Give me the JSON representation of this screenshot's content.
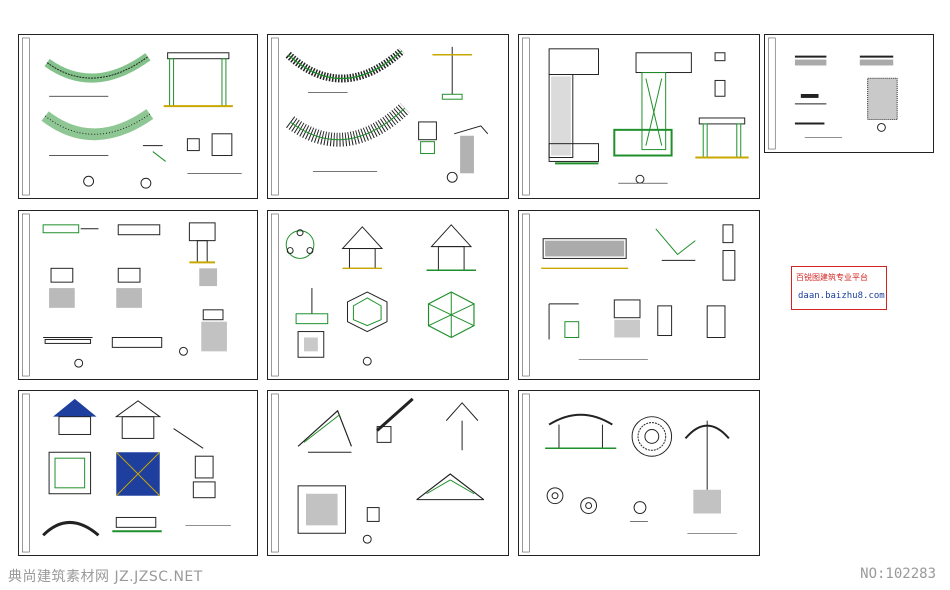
{
  "stamp": {
    "title": "百锐图建筑专业平台",
    "url": "daan.baizhu8.com"
  },
  "footer": {
    "site": "典尚建筑素材网 JZ.JZSC.NET",
    "id": "NO:102283"
  },
  "colors": {
    "sheet_border": "#222222",
    "line_green": "#1e8f2a",
    "line_yellow": "#c8a800",
    "line_blue": "#1f3f9f",
    "stamp_red": "#d32222"
  },
  "sheets": [
    {
      "id": "s1",
      "content": "curved pergola plan and elevation"
    },
    {
      "id": "s2",
      "content": "curved pergola roof plan"
    },
    {
      "id": "s3",
      "content": "L-shaped corridor plan"
    },
    {
      "id": "s4",
      "content": "material legend"
    },
    {
      "id": "s5",
      "content": "column and footing details"
    },
    {
      "id": "s6",
      "content": "hexagonal pavilion"
    },
    {
      "id": "s7",
      "content": "wall and bench details"
    },
    {
      "id": "s8",
      "content": "square pavilion"
    },
    {
      "id": "s9",
      "content": "roof truss details"
    },
    {
      "id": "s10",
      "content": "round canopy details"
    }
  ]
}
